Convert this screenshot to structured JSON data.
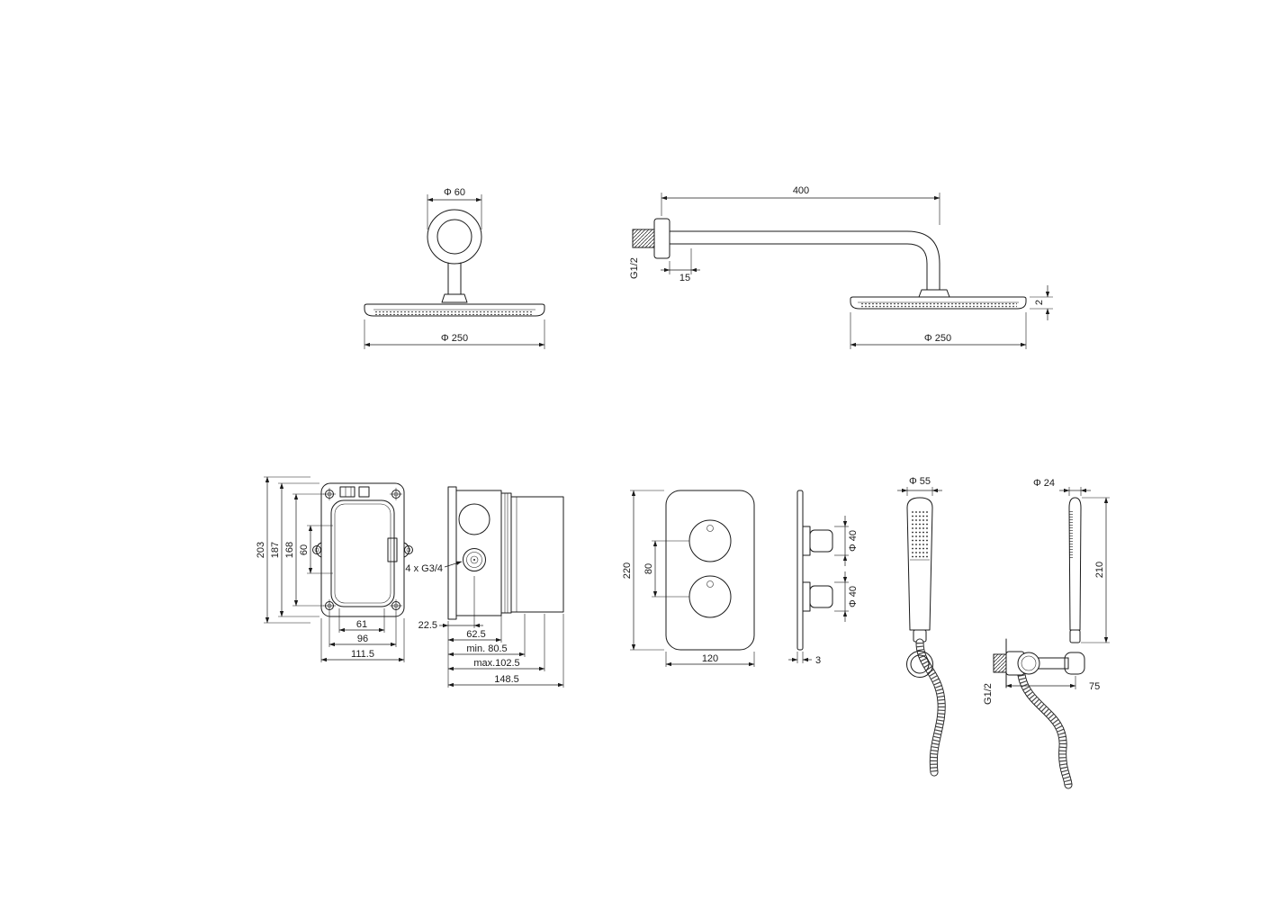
{
  "drawing": {
    "kind": "shower-system-installation-dimensions",
    "head_front": {
      "flange_dia": "Φ 60",
      "head_dia": "Φ 250"
    },
    "arm_side": {
      "arm_length": "400",
      "thread": "G1/2",
      "flange_depth": "15",
      "head_dia": "Φ 250",
      "head_thickness": "2"
    },
    "box_front": {
      "total_height": "203",
      "plate_height": "187",
      "hole_spacing_v": "168",
      "inner_spacing": "60",
      "inner_width": "61",
      "hole_spacing_h": "96",
      "plate_width": "111.5"
    },
    "box_side": {
      "ports": "4 x G3/4",
      "port_depth": "22.5",
      "depth_1": "62.5",
      "depth_min": "min. 80.5",
      "depth_max": "max.102.5",
      "total_depth": "148.5"
    },
    "trim_front": {
      "plate_height": "220",
      "knob_spacing": "80",
      "plate_width": "120"
    },
    "trim_side": {
      "knob_dia_top": "Φ 40",
      "knob_dia_bottom": "Φ 40",
      "plate_thickness": "3"
    },
    "hand_front": {
      "head_dia": "Φ 55"
    },
    "hand_side": {
      "head_dia": "Φ 24",
      "length": "210",
      "thread": "G1/2",
      "outlet_offset": "75"
    }
  }
}
